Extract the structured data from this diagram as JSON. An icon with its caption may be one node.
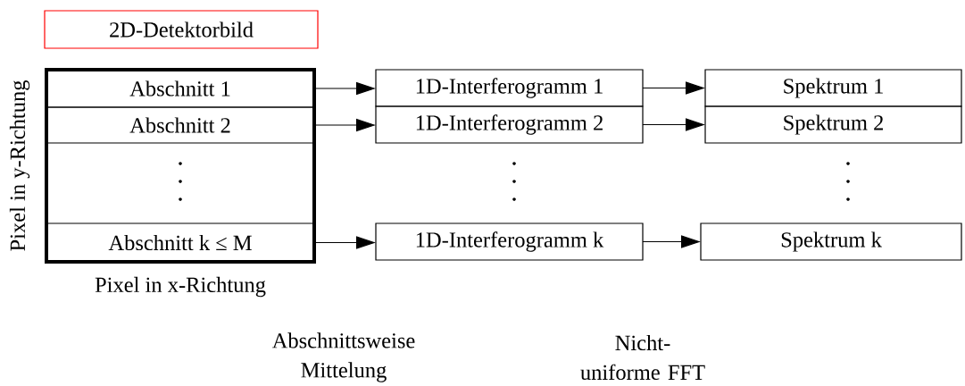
{
  "diagram": {
    "nodes": [
      {
        "text": [
          "2D-Detektorbild"
        ]
      },
      {
        "text": [],
        "shape": "box",
        "beside": [
          "Pixel in y-Richtung",
          "Pixel in x-Richtung"
        ]
      },
      {
        "text": [
          "Abschnitt 1"
        ],
        "in": 1
      },
      {
        "text": [
          "Abschnitt 2"
        ],
        "in": 1
      },
      {
        "text": [
          "Abschnitt k ≤ M"
        ],
        "in": 1
      },
      {
        "text": [
          "1D-Interferogramm 1"
        ]
      },
      {
        "text": [
          "1D-Interferogramm 2"
        ]
      },
      {
        "text": [
          "1D-Interferogramm k"
        ]
      },
      {
        "text": [
          "Spektrum 1"
        ]
      },
      {
        "text": [
          "Spektrum 2"
        ]
      },
      {
        "text": [
          "Spektrum k"
        ]
      }
    ],
    "edges": [
      {
        "from": 2,
        "to": 5,
        "arrow": "to"
      },
      {
        "from": 3,
        "to": 6,
        "arrow": "to"
      },
      {
        "from": 4,
        "to": 7,
        "arrow": "to"
      },
      {
        "from": 5,
        "to": 8,
        "arrow": "to"
      },
      {
        "from": 6,
        "to": 9,
        "arrow": "to"
      },
      {
        "from": 7,
        "to": 10,
        "arrow": "to"
      }
    ],
    "labels": [
      "Abschnittsweise Mittelung",
      "Nicht-uniforme FFT"
    ]
  }
}
